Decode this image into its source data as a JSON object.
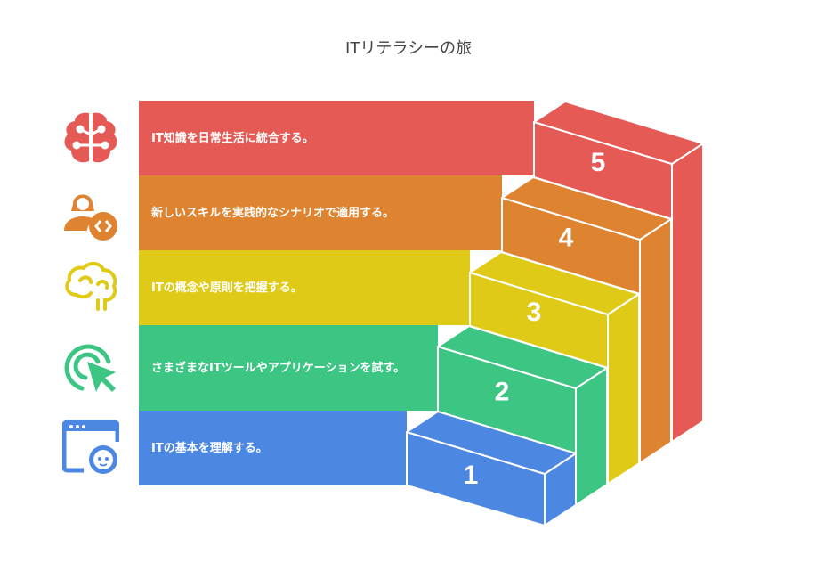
{
  "title": "ITリテラシーの旅",
  "steps": [
    {
      "number": "1",
      "text": "ITの基本を理解する。",
      "color": "#4C87E2",
      "icon": "browser-baby-face-icon"
    },
    {
      "number": "2",
      "text": "さまざまなITツールやアプリケーションを試す。",
      "color": "#3DC584",
      "icon": "click-cursor-icon"
    },
    {
      "number": "3",
      "text": "ITの概念や原則を把握する。",
      "color": "#DFCB17",
      "icon": "brain-outline-icon"
    },
    {
      "number": "4",
      "text": "新しいスキルを実践的なシナリオで適用する。",
      "color": "#DE8330",
      "icon": "developer-person-code-icon"
    },
    {
      "number": "5",
      "text": "IT知識を日常生活に統合する。",
      "color": "#E55A55",
      "icon": "brain-circuit-icon"
    }
  ]
}
